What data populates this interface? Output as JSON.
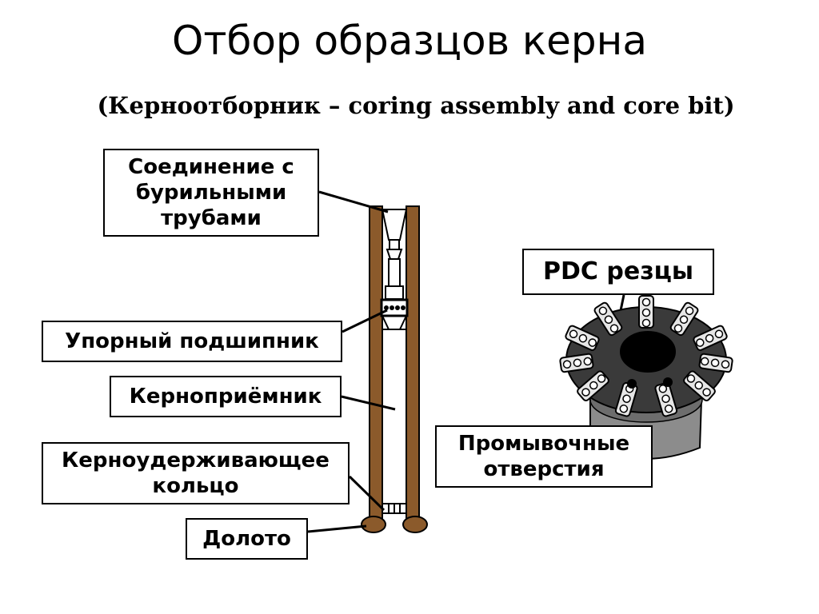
{
  "title": "Отбор образцов керна",
  "subtitle": "(Керноотборник – coring assembly and core bit)",
  "labels": {
    "drill_pipe_connection": "Соединение с бурильными трубами",
    "thrust_bearing": "Упорный подшипник",
    "core_barrel": "Керноприёмник",
    "core_catcher_ring": "Керноудерживающее кольцо",
    "bit": "Долото",
    "pdc_cutters": "PDC резцы",
    "flushing_ports": "Промывочные отверстия"
  },
  "colors": {
    "barrel_wall": "#8b5a2b",
    "line": "#000000",
    "bit_body": "#8c8c8c",
    "cutter": "#e6e6e6"
  }
}
